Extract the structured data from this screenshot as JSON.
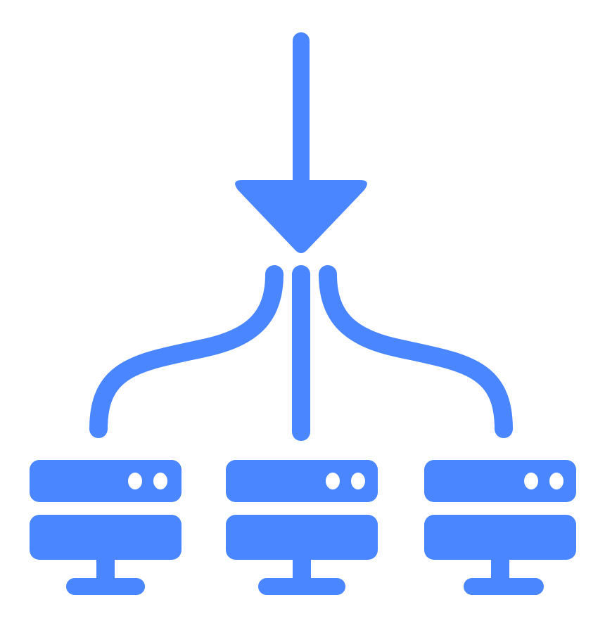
{
  "icon": {
    "name": "load-balancer-icon",
    "color": "#4a86ff",
    "parts": {
      "incoming_arrow": "arrow-down-icon",
      "branches": [
        "branch-left-line",
        "branch-center-line",
        "branch-right-line"
      ],
      "servers": [
        "server-left-icon",
        "server-center-icon",
        "server-right-icon"
      ]
    }
  }
}
